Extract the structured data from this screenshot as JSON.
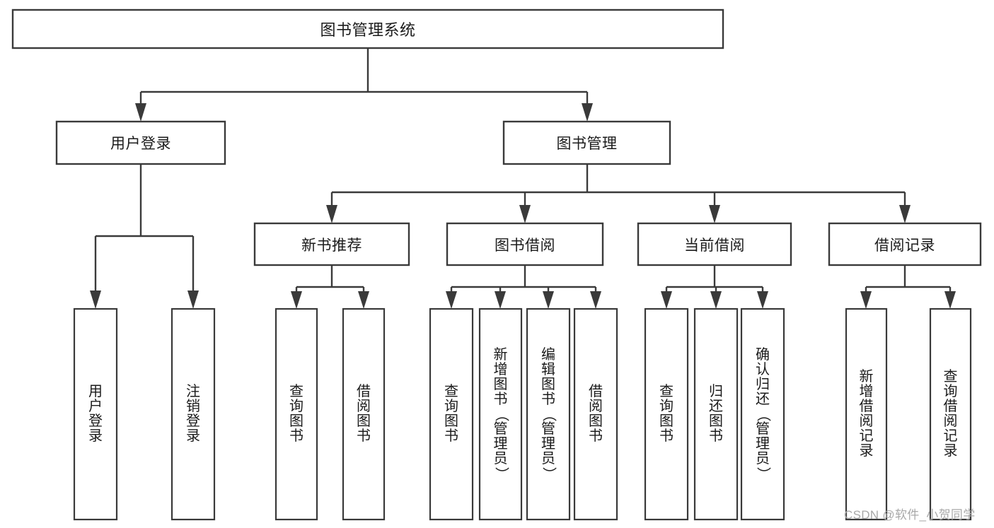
{
  "diagram": {
    "type": "tree-hierarchy-diagram",
    "title": "图书管理系统",
    "style": {
      "background": "#ffffff",
      "box_stroke": "#3a3a3a",
      "box_fill": "#ffffff",
      "text_color": "#1b1b1b",
      "watermark_color": "#a9a9a9"
    },
    "levels": {
      "level1": "系统",
      "level2": "模块",
      "level3": "子模块",
      "level4": "功能"
    },
    "root": {
      "label": "图书管理系统"
    },
    "level2": [
      {
        "label": "用户登录"
      },
      {
        "label": "图书管理"
      }
    ],
    "level3": [
      {
        "label": "新书推荐",
        "parent": "图书管理"
      },
      {
        "label": "图书借阅",
        "parent": "图书管理"
      },
      {
        "label": "当前借阅",
        "parent": "图书管理"
      },
      {
        "label": "借阅记录",
        "parent": "图书管理"
      }
    ],
    "leaves": [
      {
        "label": "用户登录",
        "parent": "用户登录"
      },
      {
        "label": "注销登录",
        "parent": "用户登录"
      },
      {
        "label": "查询图书",
        "parent": "新书推荐"
      },
      {
        "label": "借阅图书",
        "parent": "新书推荐"
      },
      {
        "label": "查询图书",
        "parent": "图书借阅"
      },
      {
        "label": "新增图书（管理员）",
        "parent": "图书借阅"
      },
      {
        "label": "编辑图书（管理员）",
        "parent": "图书借阅"
      },
      {
        "label": "借阅图书",
        "parent": "图书借阅"
      },
      {
        "label": "查询图书",
        "parent": "当前借阅"
      },
      {
        "label": "归还图书",
        "parent": "当前借阅"
      },
      {
        "label": "确认归还（管理员）",
        "parent": "当前借阅"
      },
      {
        "label": "新增借阅记录",
        "parent": "借阅记录"
      },
      {
        "label": "查询借阅记录",
        "parent": "借阅记录"
      }
    ],
    "watermark": "CSDN @软件_小贺同学"
  }
}
